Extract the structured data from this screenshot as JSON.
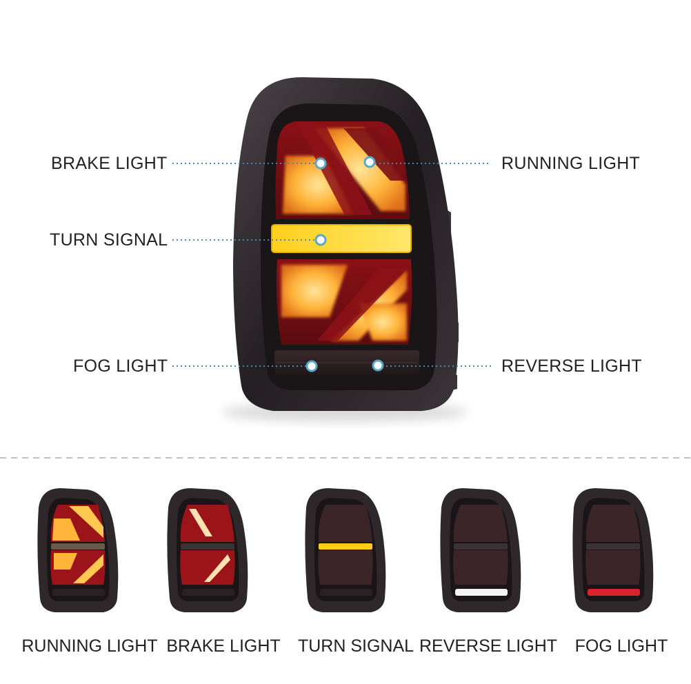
{
  "callouts": {
    "brake_light": "BRAKE LIGHT",
    "running_light": "RUNNING LIGHT",
    "turn_signal": "TURN SIGNAL",
    "fog_light": "FOG LIGHT",
    "reverse_light": "REVERSE LIGHT"
  },
  "modes": [
    {
      "label": "RUNNING LIGHT",
      "active": "running"
    },
    {
      "label": "BRAKE LIGHT",
      "active": "brake"
    },
    {
      "label": "TURN SIGNAL",
      "active": "turn"
    },
    {
      "label": "REVERSE LIGHT",
      "active": "reverse"
    },
    {
      "label": "FOG LIGHT",
      "active": "fog"
    }
  ],
  "colors": {
    "callout_dot": "#5aa8c8",
    "dotted_line": "#3a8fb7",
    "amber": "#ffb43a",
    "red_lens": "#b0141c",
    "turn_yellow": "#ffd21a",
    "housing": "#2a2528"
  }
}
